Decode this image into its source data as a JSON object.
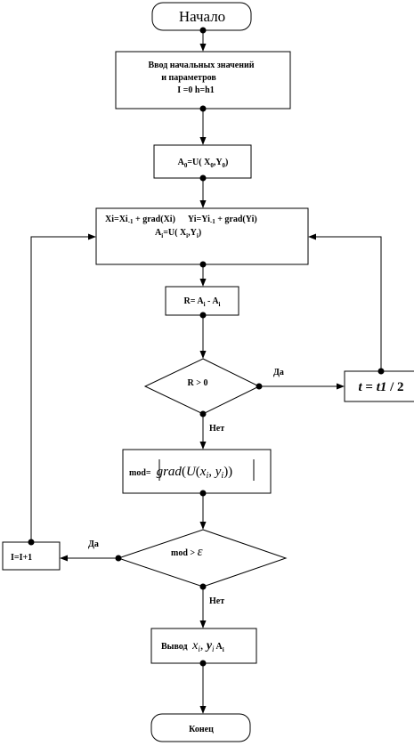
{
  "flowchart": {
    "start": "Начало",
    "input": {
      "line1": "Ввод начальных значений",
      "line2": "и параметров",
      "line3": "I =0  h=h1"
    },
    "a0": {
      "main": "A",
      "sub0": "0",
      "eq": "=U( X",
      "sub1": "0",
      "comma": ",Y",
      "sub2": "0",
      "close": ")"
    },
    "iteration": {
      "x_part1": "Xi=Xi",
      "x_sub": "-1",
      "x_part2": " + grad(Xi)",
      "y_part1": "Yi=Yi",
      "y_sub": "-1",
      "y_part2": " + grad(Yi)",
      "a_main": "A",
      "a_sub": "i",
      "a_eq": "=U( X",
      "a_sub1": "i",
      "a_comma": ",Y",
      "a_sub2": "i",
      "a_close": ")"
    },
    "diff": {
      "r": "R= A",
      "sub1": "i",
      "minus": " - A",
      "sub2": "i"
    },
    "decision1": {
      "text": "R > 0",
      "yes": "Да",
      "no": "Нет"
    },
    "halve_step": {
      "t": "t",
      "eq": " = ",
      "t1": "t1",
      "div": " / 2"
    },
    "modulus": {
      "label": "mod=",
      "grad": "grad",
      "open": "(",
      "u": "U",
      "open2": "(",
      "x": "x",
      "xs": "i",
      "comma": ", ",
      "y": "y",
      "ys": "i",
      "close": "))"
    },
    "decision2": {
      "text": "mod > ",
      "eps": "ε",
      "yes": "Да",
      "no": "Нет"
    },
    "increment": "I=I+1",
    "output": {
      "label": "Вывод ",
      "x": "x",
      "xs": "i",
      "comma": ", ",
      "y": "y",
      "ys": "i",
      "a": " A",
      "as": "i"
    },
    "end": "Конец"
  }
}
